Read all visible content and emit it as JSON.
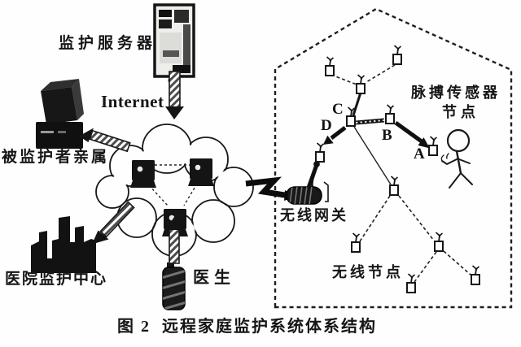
{
  "caption": "图 2  远程家庭监护系统体系结构",
  "colors": {
    "ink": "#1a1a1a",
    "paper": "#ffffff"
  },
  "cloud": {
    "label": "Internet"
  },
  "server": {
    "label": "监护服务器"
  },
  "family": {
    "label": "被监护者亲属"
  },
  "hospital": {
    "label": "医院监护中心"
  },
  "doctor": {
    "label": "医生"
  },
  "house": {
    "pulse_sensor": {
      "line1": "脉搏传感器",
      "line2": "节点"
    },
    "gateway_label": "无线网关",
    "wireless_node_label": "无线节点",
    "letters": {
      "a": "A",
      "b": "B",
      "c": "C",
      "d": "D"
    }
  },
  "icon_names": {
    "server": "server-tower-icon",
    "family": "desktop-computer-icon",
    "hospital": "hospital-building-icon",
    "doctor": "mobile-phone-icon",
    "cloud": "internet-cloud",
    "cloud_terminals": "computer-terminal-icon",
    "gateway": "wireless-gateway-icon",
    "node": "wireless-node-icon",
    "link": "lightning-link-icon",
    "person": "person-stick-figure",
    "house": "house-outline"
  }
}
